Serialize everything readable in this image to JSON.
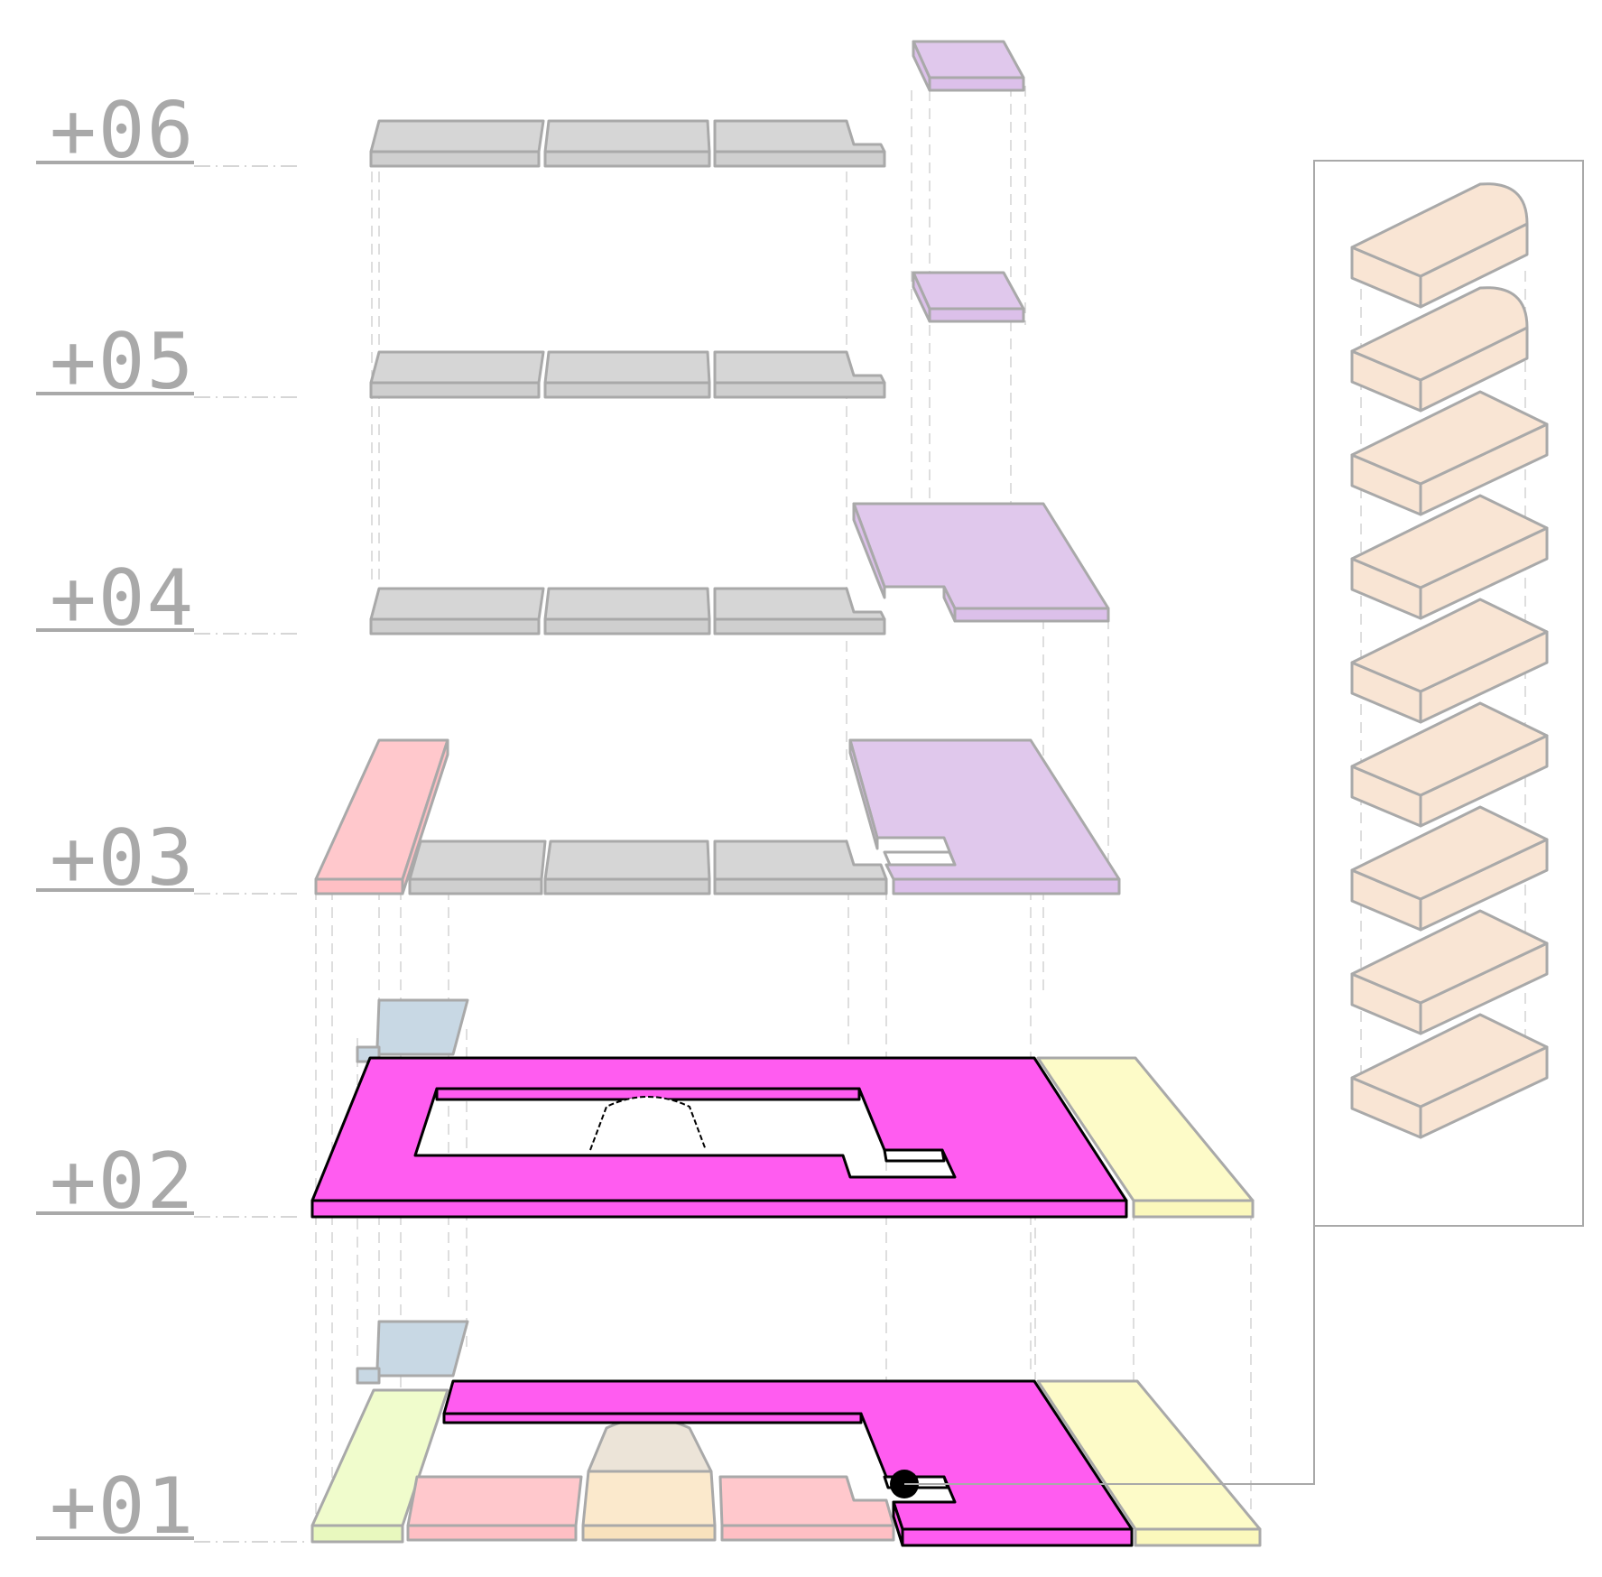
{
  "levels": [
    {
      "label": "+06"
    },
    {
      "label": "+05"
    },
    {
      "label": "+04"
    },
    {
      "label": "+03"
    },
    {
      "label": "+02"
    },
    {
      "label": "+01"
    }
  ],
  "colors": {
    "highlight": "#ff5cf0",
    "grey_slab": "#d6d6d6",
    "lilac_slab": "#e0c8ec",
    "pink_slab": "#ffc8cc",
    "blue_slab": "#c8d8e4",
    "yellow_slab": "#fdfbc8",
    "lime_slab": "#f0fccc",
    "peach_slab": "#f9e5d4",
    "cream_slab": "#fbe9cc",
    "beige_slab": "#ece4d8",
    "outline_grey": "#a9a9a9",
    "outline_black": "#000000",
    "label_grey": "#a9a9a9"
  },
  "legend": {
    "item_count": 9
  }
}
